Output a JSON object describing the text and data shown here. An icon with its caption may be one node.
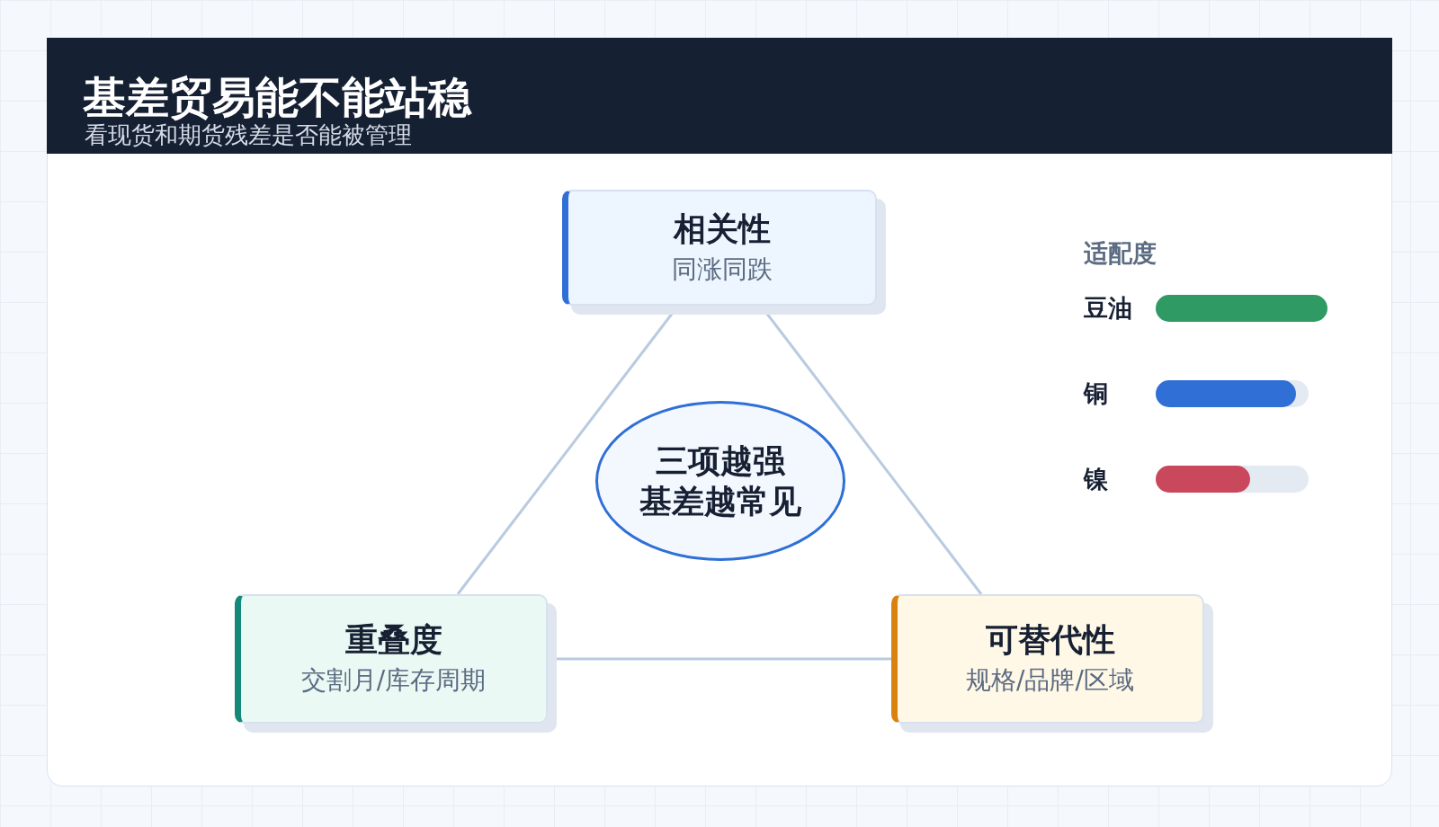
{
  "diagram": {
    "title": "基差贸易能不能站稳",
    "nodes": [
      {
        "text": [
          "相关性",
          "同涨同跌"
        ]
      },
      {
        "text": [
          "三项越强",
          "基差越常见"
        ]
      },
      {
        "text": [
          "重叠度",
          "交割月/库存周期"
        ]
      },
      {
        "text": [
          "可替代性",
          "规格/品牌/区域"
        ]
      }
    ],
    "edges": [
      {
        "from": 0,
        "to": 2,
        "arrow": "none"
      },
      {
        "from": 0,
        "to": 3,
        "arrow": "none"
      },
      {
        "from": 2,
        "to": 3,
        "arrow": "none"
      }
    ],
    "labels": [
      "看现货和期货残差是否能被管理",
      "适配度",
      "豆油",
      "铜",
      "镍"
    ]
  }
}
